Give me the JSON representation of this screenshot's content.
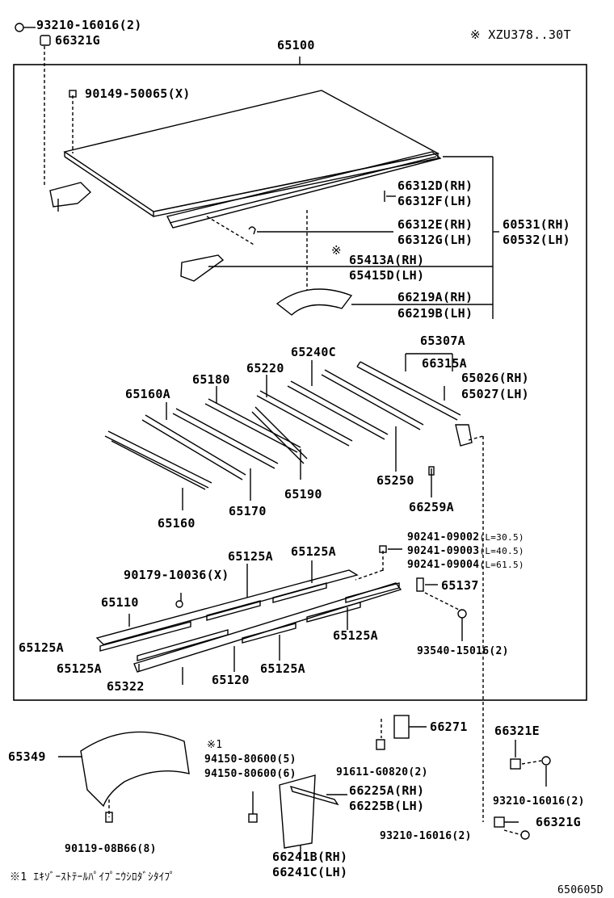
{
  "header": {
    "top_part": "93210-16016(2)",
    "top_part_b": "66321G",
    "main_assy": "65100",
    "model_note": "※ XZU378..30T"
  },
  "box_parts": {
    "p90149": "90149-50065(X)",
    "p66312D": "66312D(RH)",
    "p66312F": "66312F(LH)",
    "p66312E": "66312E(RH)",
    "p66312G": "66312G(LH)",
    "p60531": "60531(RH)",
    "p60532": "60532(LH)",
    "mark": "※",
    "p65413A": "65413A(RH)",
    "p65415D": "65415D(LH)",
    "p66219A": "66219A(RH)",
    "p66219B": "66219B(LH)",
    "p65307A": "65307A",
    "p66315A": "66315A",
    "p65240C": "65240C",
    "p65026": "65026(RH)",
    "p65027": "65027(LH)",
    "p65220": "65220",
    "p65180": "65180",
    "p65160A": "65160A",
    "p65250": "65250",
    "p65190": "65190",
    "p66259A": "66259A",
    "p65170": "65170",
    "p65160": "65160",
    "p90241a": "90241-09002",
    "p90241a_len": "(L=30.5)",
    "p90241b": "90241-09003",
    "p90241b_len": "(L=40.5)",
    "p90241c": "90241-09004",
    "p90241c_len": "(L=61.5)",
    "p65125A_1": "65125A",
    "p65125A_2": "65125A",
    "p90179": "90179-10036(X)",
    "p65137": "65137",
    "p65110": "65110",
    "p65125A_3": "65125A",
    "p65125A_4": "65125A",
    "p93540": "93540-15016(2)",
    "p65125A_5": "65125A",
    "p65125A_6": "65125A",
    "p65322": "65322",
    "p65120": "65120"
  },
  "lower_parts": {
    "p66271": "66271",
    "p66321E": "66321E",
    "note_mark": "※1",
    "p65349": "65349",
    "p94150a": "94150-80600(5)",
    "p94150b": "94150-80600(6)",
    "p91611": "91611-G0820(2)",
    "p93210a": "93210-16016(2)",
    "p66225A": "66225A(RH)",
    "p66225B": "66225B(LH)",
    "p66321G": "66321G",
    "p93210b": "93210-16016(2)",
    "p90119": "90119-08B66(8)",
    "p66241B": "66241B(RH)",
    "p66241C": "66241C(LH)"
  },
  "footer": {
    "note": "※1 ｴｷｿﾞｰｽﾄﾃｰﾙﾊﾟｲﾌﾟﾆｳｼﾛﾀﾞｼﾀｲﾌﾟ",
    "code": "650605D"
  }
}
